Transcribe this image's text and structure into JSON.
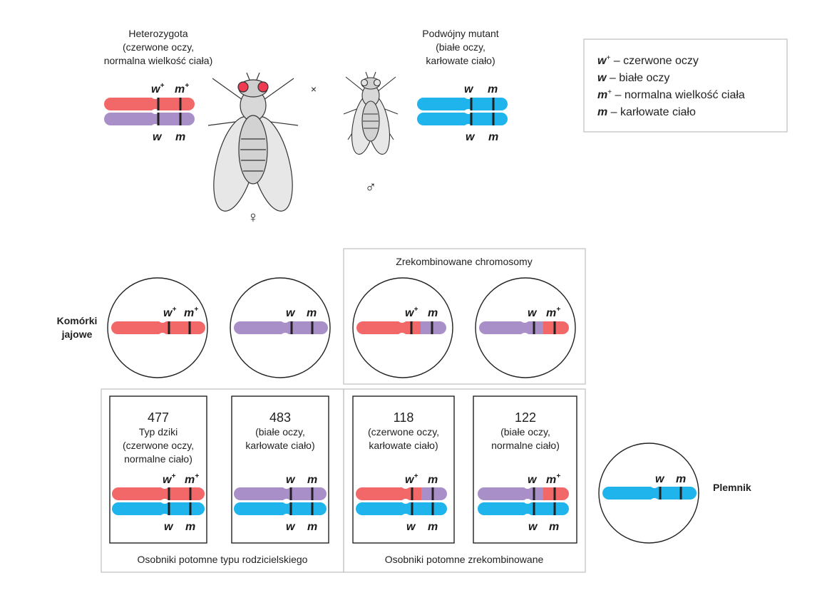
{
  "parents": {
    "female": {
      "title": "Heterozygota",
      "line2": "(czerwone oczy,",
      "line3": "normalna wielkość ciała)",
      "top_labels": [
        "w",
        "m"
      ],
      "bottom_labels": [
        "w",
        "m"
      ],
      "symbol": "♀"
    },
    "cross_sign": "×",
    "male": {
      "title": "Podwójny mutant",
      "line2": "(białe oczy,",
      "line3": "karłowate ciało)",
      "top_labels": [
        "w",
        "m"
      ],
      "bottom_labels": [
        "w",
        "m"
      ],
      "symbol": "♂"
    },
    "superscript": "+"
  },
  "legend": {
    "items": [
      {
        "sym": "w",
        "sup": "+",
        "text": " – czerwone oczy"
      },
      {
        "sym": "w",
        "sup": "",
        "text": " – białe oczy"
      },
      {
        "sym": "m",
        "sup": "+",
        "text": " – normalna wielkość ciała"
      },
      {
        "sym": "m",
        "sup": "",
        "text": " – karłowate ciało"
      }
    ]
  },
  "eggs": {
    "label_line1": "Komórki",
    "label_line2": "jajowe",
    "recombined_title": "Zrekombinowane chromosomy"
  },
  "offspring": [
    {
      "count": "477",
      "lines": [
        "Typ dziki",
        "(czerwone oczy,",
        "normalne ciało)"
      ]
    },
    {
      "count": "483",
      "lines": [
        "(białe oczy,",
        "karłowate ciało)"
      ]
    },
    {
      "count": "118",
      "lines": [
        "(czerwone oczy,",
        "karłowate ciało)"
      ]
    },
    {
      "count": "122",
      "lines": [
        "(białe oczy,",
        "normalne ciało)"
      ]
    }
  ],
  "group_labels": {
    "parental": "Osobniki potomne typu rodzicielskiego",
    "recombinant": "Osobniki potomne zrekombinowane"
  },
  "sperm": {
    "label": "Plemnik"
  },
  "colors": {
    "red": "#f26868",
    "purple": "#a98fc8",
    "blue": "#1fb4ec",
    "eye": "#ee3b52"
  }
}
